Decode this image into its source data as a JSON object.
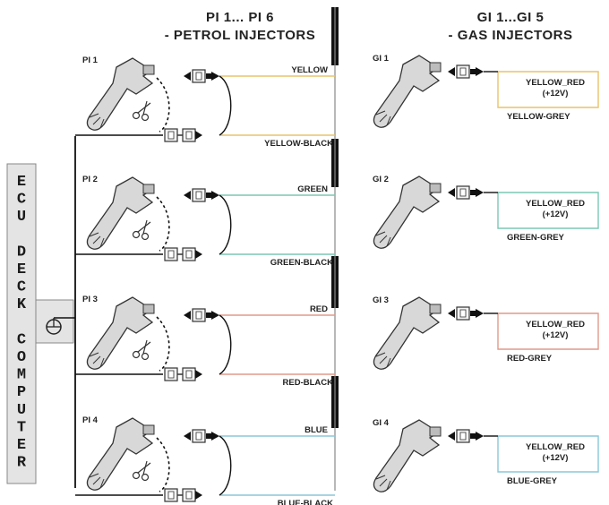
{
  "petrol": {
    "title_line1": "PI 1... PI 6",
    "title_line2": "- PETROL INJECTORS",
    "injectors": [
      {
        "label": "PI 1",
        "wire_top": "YELLOW",
        "wire_bottom": "YELLOW-BLACK",
        "color": "#e8c36a"
      },
      {
        "label": "PI 2",
        "wire_top": "GREEN",
        "wire_bottom": "GREEN-BLACK",
        "color": "#7cc7b4"
      },
      {
        "label": "PI 3",
        "wire_top": "RED",
        "wire_bottom": "RED-BLACK",
        "color": "#e09a8a"
      },
      {
        "label": "PI 4",
        "wire_top": "BLUE",
        "wire_bottom": "BLUE-BLACK",
        "color": "#8ac7d8"
      }
    ]
  },
  "gas": {
    "title_line1": "GI 1...GI 5",
    "title_line2": "- GAS INJECTORS",
    "supply_label": "YELLOW_RED",
    "supply_voltage": "(+12V)",
    "injectors": [
      {
        "label": "GI 1",
        "wire": "YELLOW-GREY",
        "color": "#e8c36a"
      },
      {
        "label": "GI 2",
        "wire": "GREEN-GREY",
        "color": "#7cc7b4"
      },
      {
        "label": "GI 3",
        "wire": "RED-GREY",
        "color": "#e09a8a"
      },
      {
        "label": "GI 4",
        "wire": "BLUE-GREY",
        "color": "#8ac7d8"
      }
    ]
  },
  "ecu": {
    "letters": [
      "E",
      "C",
      "U",
      "",
      "D",
      "E",
      "C",
      "K",
      "",
      "C",
      "O",
      "M",
      "P",
      "U",
      "T",
      "E",
      "R"
    ]
  },
  "colors": {
    "ink": "#1a1a1a",
    "ecu_fill": "#e4e4e4",
    "injector_fill": "#d8d8d8"
  }
}
